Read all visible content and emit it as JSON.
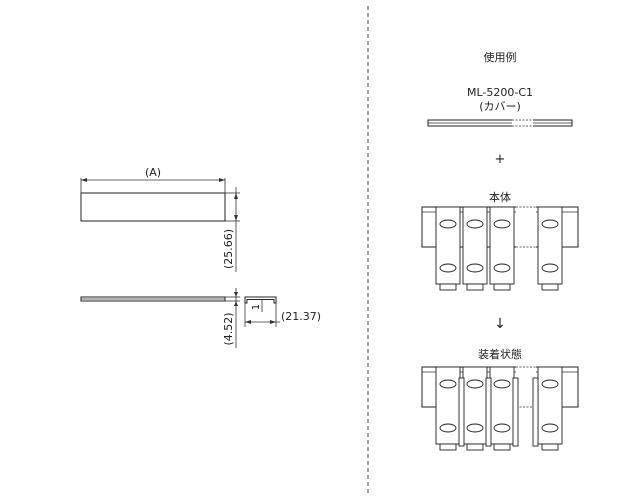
{
  "left": {
    "dim_a": "(A)",
    "dim_height": "(25.66)",
    "dim_thickness": "(4.52)",
    "dim_small": "1",
    "dim_width": "(21.37)"
  },
  "right": {
    "usage_title": "使用例",
    "part_number": "ML-5200-C1",
    "part_name": "(カバー)",
    "plus_symbol": "+",
    "body_label": "本体",
    "arrow_symbol": "↓",
    "mounted_label": "装着状態"
  }
}
